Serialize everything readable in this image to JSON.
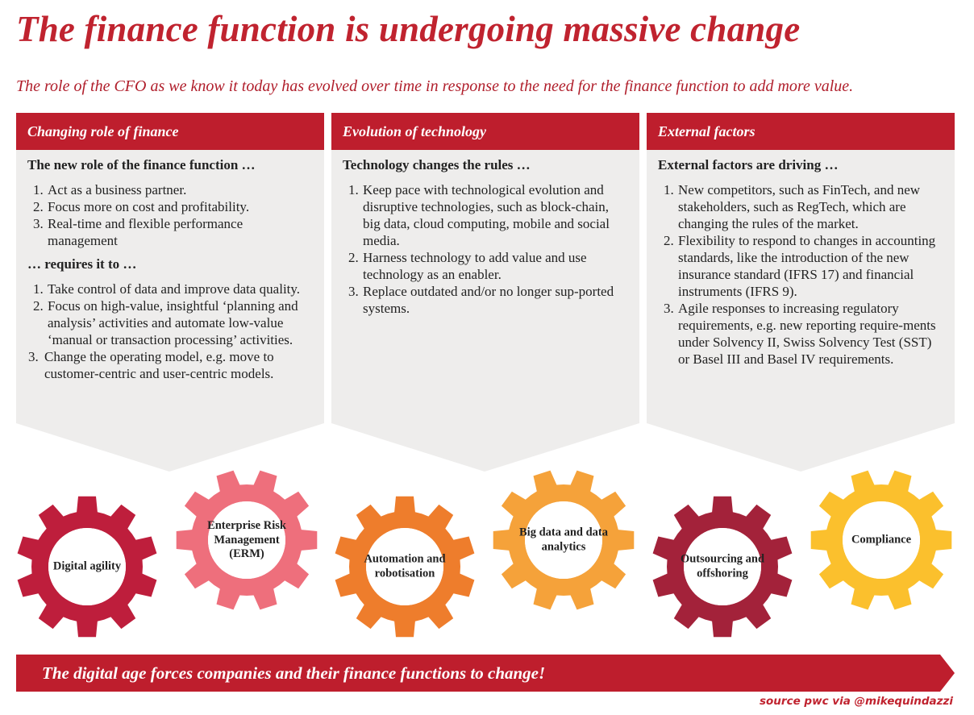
{
  "title": "The finance function is undergoing massive change",
  "subtitle": "The role of the CFO as we know it today has evolved over time in response to the need for the finance function to add more value.",
  "columns": [
    {
      "header": "Changing role of finance",
      "intro": "The new role of the finance function …",
      "items": [
        "Act as a business partner.",
        "Focus more on cost and profitability.",
        "Real-time and flexible performance management"
      ],
      "sub": "… requires it to …",
      "sub_items": [
        "Take control of data and improve data quality.",
        "Focus on high-value, insightful ‘planning and analysis’ activities and automate low-value ‘manual or transaction processing’ activities."
      ],
      "last_item_num": "3.",
      "last_item": "Change the operating model, e.g. move to customer-centric and user-centric models."
    },
    {
      "header": "Evolution of technology",
      "intro": "Technology changes the rules …",
      "items": [
        "Keep pace with technological evolution and disruptive technologies, such as block-chain, big data, cloud computing, mobile and social media.",
        "Harness technology to add value and use technology as an enabler.",
        "Replace outdated and/or no longer sup-ported systems."
      ]
    },
    {
      "header": "External factors",
      "intro": "External factors are driving …",
      "items": [
        "New competitors, such as FinTech, and new stakeholders, such as RegTech, which are changing the rules of the market.",
        "Flexibility to respond to changes in accounting standards, like the introduction of the new insurance standard (IFRS 17) and financial instruments (IFRS 9).",
        "Agile responses to increasing regulatory requirements, e.g. new reporting require-ments under Solvency II, Swiss Solvency Test (SST) or Basel III and Basel IV requirements."
      ]
    }
  ],
  "gears": [
    {
      "label": "Digital agility",
      "color": "#be1e3c"
    },
    {
      "label": "Enterprise Risk Management (ERM)",
      "color": "#ee6f7c"
    },
    {
      "label": "Automation and robotisation",
      "color": "#ee7d2c"
    },
    {
      "label": "Big data and data analytics",
      "color": "#f5a23a"
    },
    {
      "label": "Outsourcing and offshoring",
      "color": "#a3223a"
    },
    {
      "label": "Compliance",
      "color": "#fbc02d"
    }
  ],
  "banner": "The digital age forces companies and their finance functions to change!",
  "source": "source pwc via @mikequindazzi",
  "colors": {
    "brand_red": "#be1e2d",
    "panel_grey": "#eeedec"
  }
}
